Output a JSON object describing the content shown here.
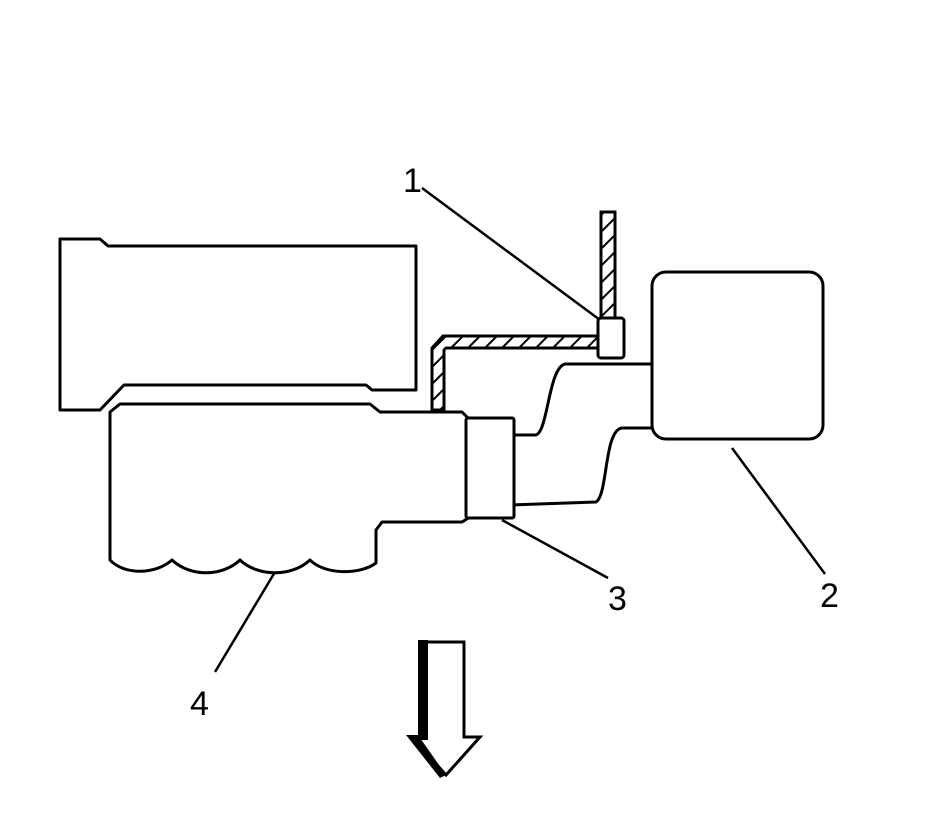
{
  "callouts": {
    "c1": "1",
    "c2": "2",
    "c3": "3",
    "c4": "4"
  },
  "arrow": {
    "direction": "down",
    "style": "hollow-with-shadow"
  },
  "colors": {
    "stroke": "#000000",
    "background": "#ffffff"
  }
}
